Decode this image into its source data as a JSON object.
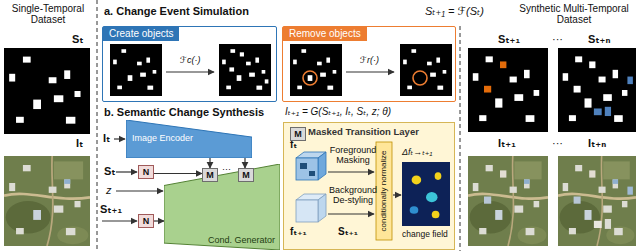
{
  "diagram": {
    "nodes": [
      {
        "text": [
          "Create objects"
        ]
      },
      {
        "text": [
          "Remove objects"
        ]
      },
      {
        "text": [
          "Image Encoder"
        ]
      },
      {
        "text": [
          "Cond. Generator"
        ]
      },
      {
        "text": [
          "N"
        ]
      },
      {
        "text": [
          "N"
        ]
      },
      {
        "text": [
          "M"
        ]
      },
      {
        "text": [
          "M"
        ]
      },
      {
        "text": [
          "Masked Transition Layer"
        ]
      },
      {
        "text": [
          "M"
        ],
        "in": 8
      }
    ],
    "edges": [
      {
        "from": 2,
        "to": 6,
        "arrow": "to"
      },
      {
        "from": 2,
        "to": 7,
        "arrow": "to"
      },
      {
        "from": 4,
        "to": 6,
        "arrow": "to"
      },
      {
        "from": 5,
        "to": 3,
        "arrow": "to"
      }
    ],
    "labels": [
      "Single-Temporal Dataset",
      "Sₜ",
      "Iₜ",
      "a. Change Event Simulation",
      "Sₜ₊₁ = ℱ(Sₜ)",
      "ℱc(·)",
      "ℱr(·)",
      "b. Semantic Change Synthesis",
      "Iₜ₊₁ = G(Sₜ₊₁, Iₜ, Sₜ, z; θ)",
      "Iₜ",
      "Sₜ",
      "z",
      "Sₜ₊₁",
      "···",
      "Foreground Masking",
      "Background De-styling",
      "fₜ",
      "fₜ₊₁",
      "Sₜ₊₁",
      "conditionally normalize",
      "Δfₜ→ₜ₊₁",
      "change field",
      "Synthetic Multi-Temporal Dataset",
      "Sₜ₊₁",
      "···",
      "Sₜ₊ₙ",
      "Iₜ₊₁",
      "···",
      "Iₜ₊ₙ"
    ]
  }
}
